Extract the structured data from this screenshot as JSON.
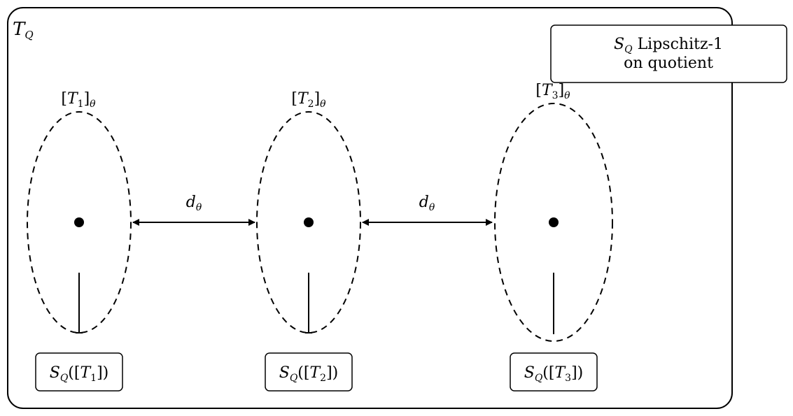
{
  "outer_label": {
    "script": "T",
    "sub": "Q"
  },
  "note": {
    "script": "S",
    "sub": "Q",
    "line1_rest": " Lipschitz-1",
    "line2": "on quotient"
  },
  "classes": [
    {
      "bracket_open": "[",
      "var": "T",
      "index": "1",
      "bracket_close": "]",
      "sub": "θ",
      "map": {
        "script": "S",
        "sub": "Q",
        "open": "([",
        "var": "T",
        "index": "1",
        "close": "])"
      }
    },
    {
      "bracket_open": "[",
      "var": "T",
      "index": "2",
      "bracket_close": "]",
      "sub": "θ",
      "map": {
        "script": "S",
        "sub": "Q",
        "open": "([",
        "var": "T",
        "index": "2",
        "close": "])"
      }
    },
    {
      "bracket_open": "[",
      "var": "T",
      "index": "3",
      "bracket_close": "]",
      "sub": "θ",
      "map": {
        "script": "S",
        "sub": "Q",
        "open": "([",
        "var": "T",
        "index": "3",
        "close": "])"
      }
    }
  ],
  "distances": [
    {
      "var": "d",
      "sub": "θ"
    },
    {
      "var": "d",
      "sub": "θ"
    }
  ],
  "colors": {
    "stroke": "#000000",
    "background": "#ffffff"
  }
}
